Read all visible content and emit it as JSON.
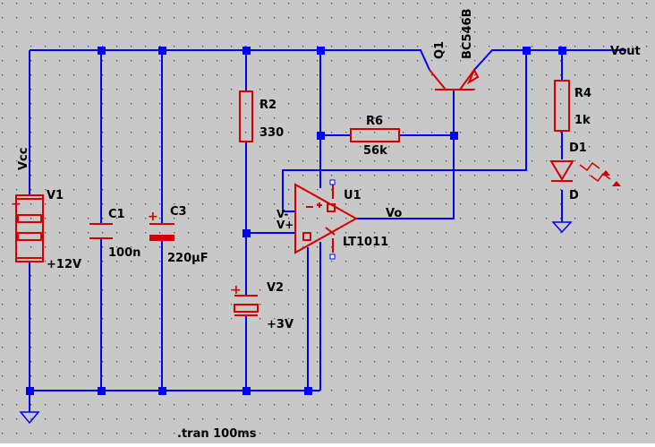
{
  "colors": {
    "background": "#c8c8c8",
    "grid_dot": "#505050",
    "wire": "#0000ff",
    "component": "#d40000",
    "text": "#000000"
  },
  "nets": {
    "vcc": "Vcc",
    "vout": "Vout",
    "vo": "Vo",
    "v_minus": "V-",
    "v_plus": "V+"
  },
  "components": {
    "v1": {
      "name": "V1",
      "value": "+12V"
    },
    "c1": {
      "name": "C1",
      "value": "100n"
    },
    "c3": {
      "name": "C3",
      "value": "220µF"
    },
    "r2": {
      "name": "R2",
      "value": "330"
    },
    "v2": {
      "name": "V2",
      "value": "+3V"
    },
    "r6": {
      "name": "R6",
      "value": "56k"
    },
    "q1": {
      "name": "Q1",
      "value": "BC546B"
    },
    "u1": {
      "name": "U1",
      "value": "LT1011"
    },
    "r4": {
      "name": "R4",
      "value": "1k"
    },
    "d1": {
      "name": "D1",
      "value": "D"
    }
  },
  "spice_directive": ".tran 100ms"
}
